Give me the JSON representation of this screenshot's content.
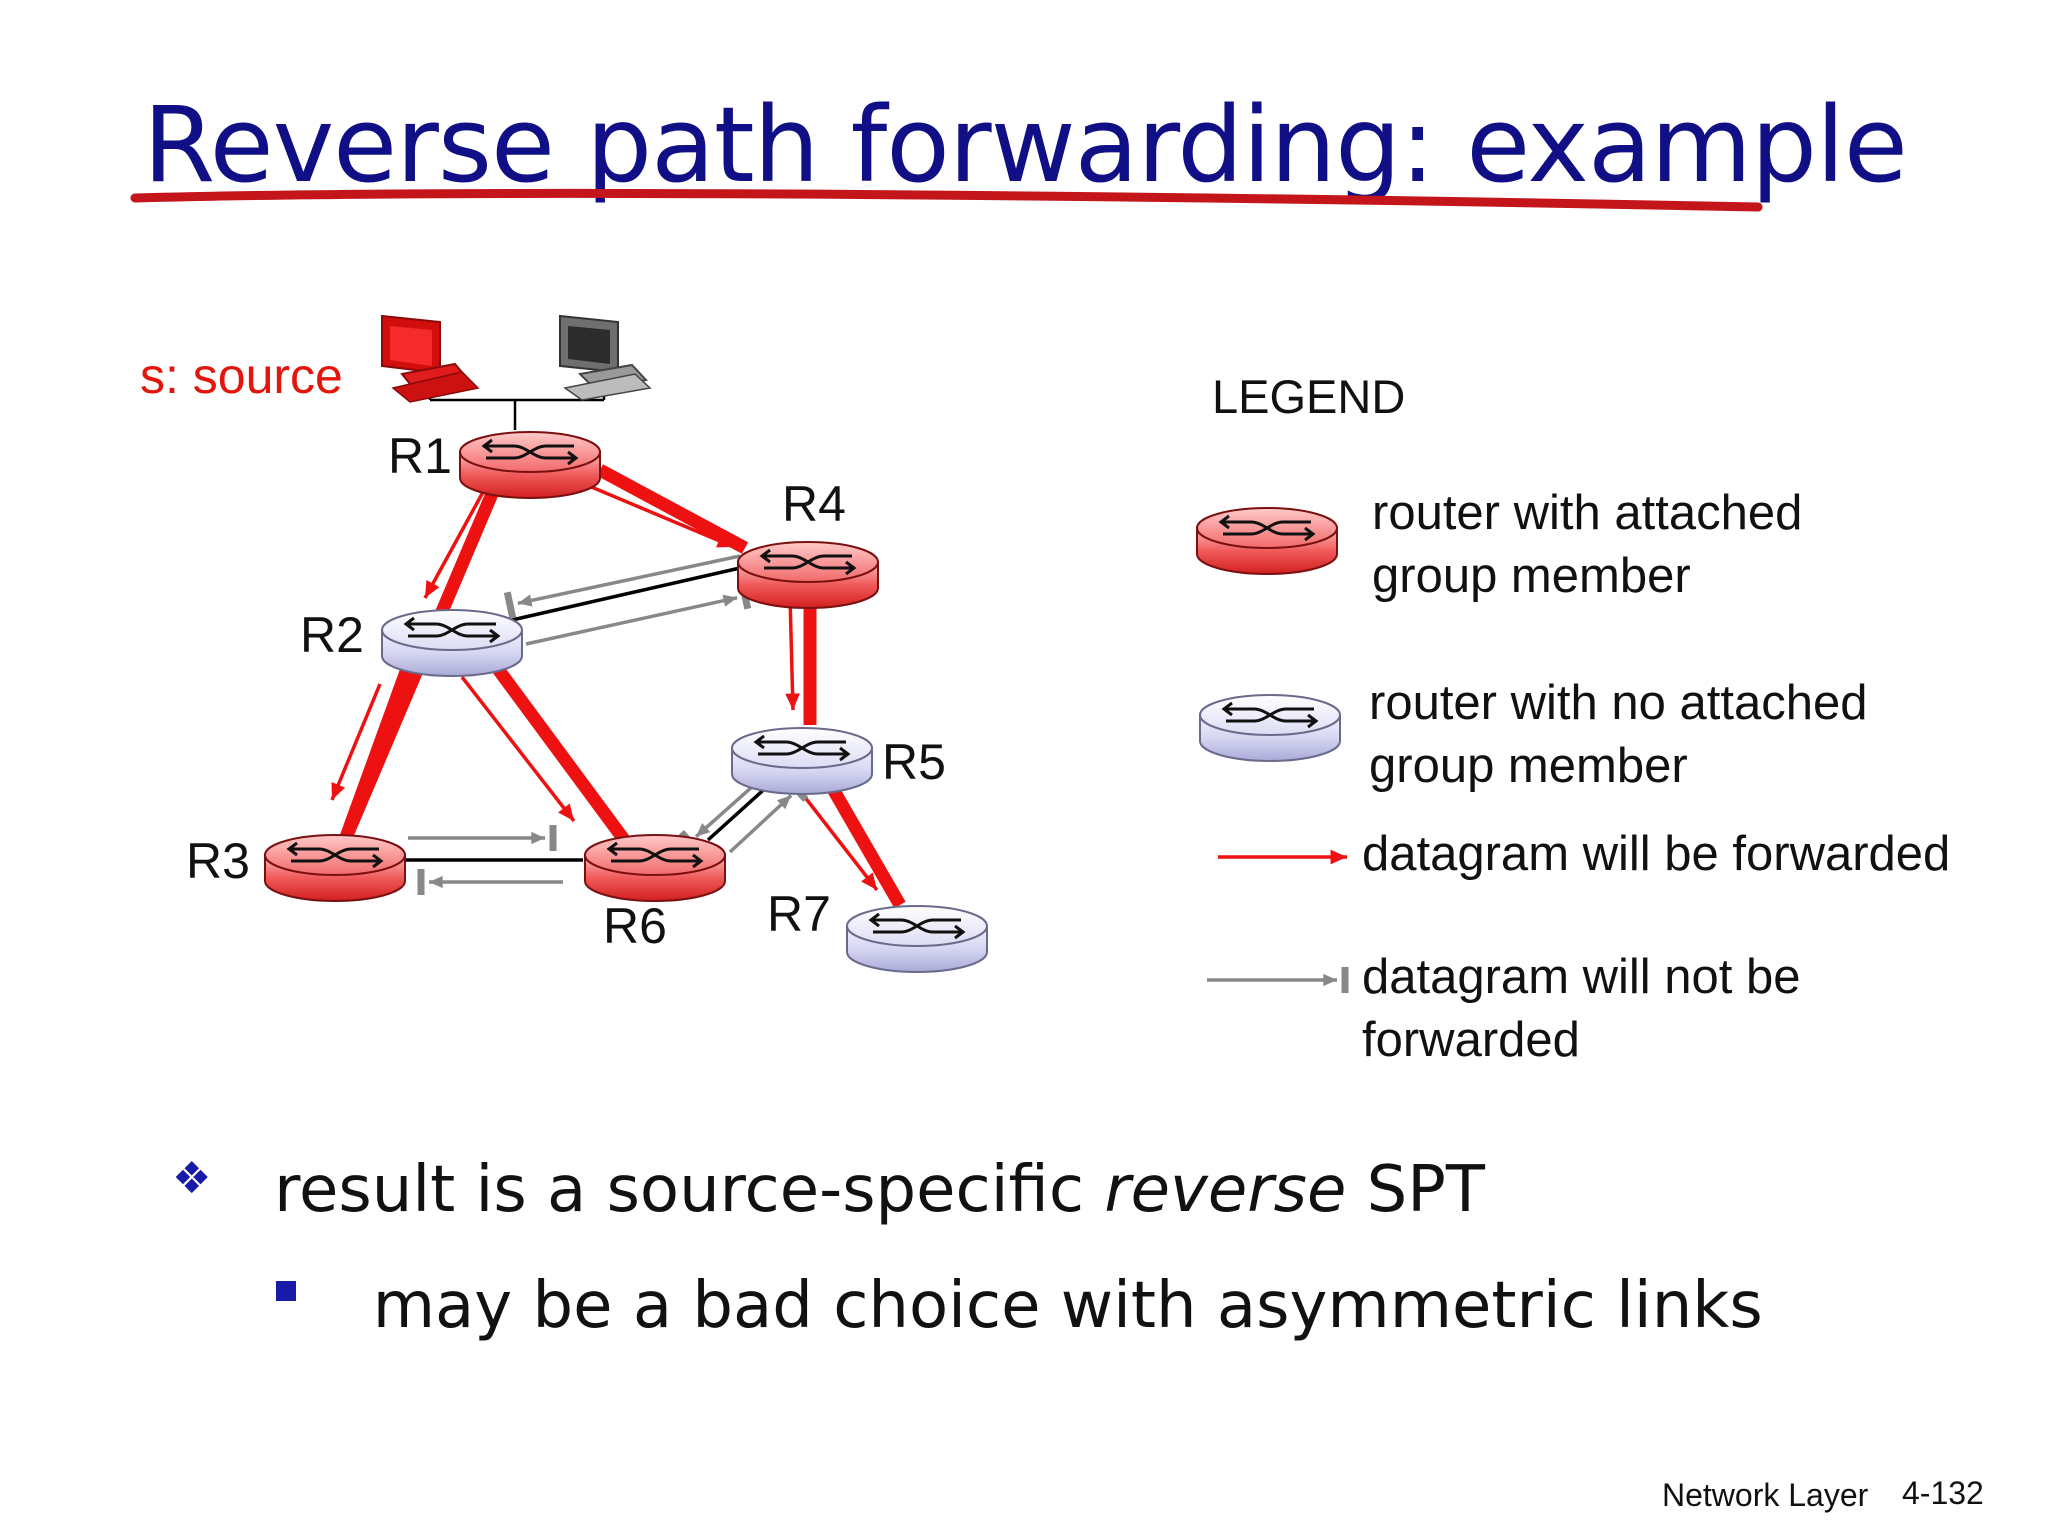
{
  "slide": {
    "title": "Reverse path forwarding: example"
  },
  "diagram": {
    "source_label": "s: source",
    "routers": [
      {
        "id": "R1",
        "label": "R1",
        "type": "member"
      },
      {
        "id": "R2",
        "label": "R2",
        "type": "non-member"
      },
      {
        "id": "R3",
        "label": "R3",
        "type": "member"
      },
      {
        "id": "R4",
        "label": "R4",
        "type": "member"
      },
      {
        "id": "R5",
        "label": "R5",
        "type": "non-member"
      },
      {
        "id": "R6",
        "label": "R6",
        "type": "member"
      },
      {
        "id": "R7",
        "label": "R7",
        "type": "non-member"
      }
    ],
    "links": [
      {
        "from": "R1",
        "to": "R2",
        "on_tree": true
      },
      {
        "from": "R1",
        "to": "R4",
        "on_tree": true
      },
      {
        "from": "R2",
        "to": "R3",
        "on_tree": true
      },
      {
        "from": "R2",
        "to": "R6",
        "on_tree": true
      },
      {
        "from": "R4",
        "to": "R5",
        "on_tree": true
      },
      {
        "from": "R5",
        "to": "R7",
        "on_tree": true
      },
      {
        "from": "R2",
        "to": "R4",
        "on_tree": false
      },
      {
        "from": "R3",
        "to": "R6",
        "on_tree": false
      },
      {
        "from": "R5",
        "to": "R6",
        "on_tree": false
      }
    ],
    "colors": {
      "forwarded": "#ee1111",
      "not_forwarded": "#888888",
      "member_router": "#f05a5a",
      "non_member_router": "#d6d6f2"
    }
  },
  "legend": {
    "title": "LEGEND",
    "member_line1": "router with attached",
    "member_line2": "group member",
    "nonmember_line1": "router with no attached",
    "nonmember_line2": "group member",
    "forwarded": "datagram will be  forwarded",
    "not_forwarded_line1": "datagram will not be",
    "not_forwarded_line2": "forwarded"
  },
  "bullets": {
    "main_prefix": "result is a source-specific ",
    "main_em": "reverse",
    "main_suffix": " SPT",
    "sub": "may be a bad choice with asymmetric links"
  },
  "footer": {
    "label": "Network Layer",
    "page": "4-132"
  }
}
